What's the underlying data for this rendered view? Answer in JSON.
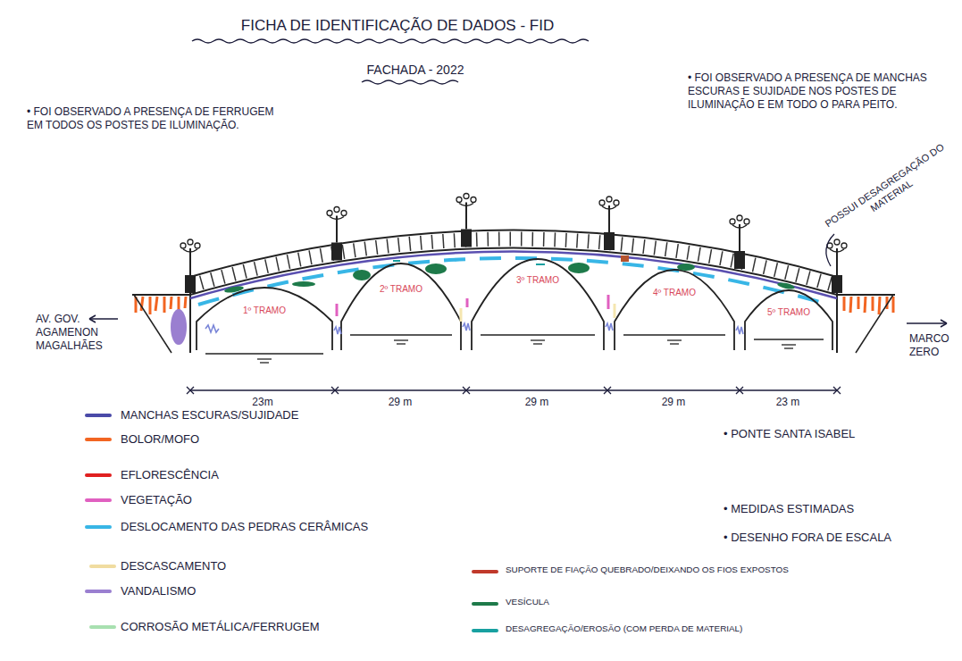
{
  "diagram": {
    "title": "FICHA DE IDENTIFICAÇÃO DE DADOS - FID",
    "labels": [
      "FACHADA - 2022",
      "• FOI OBSERVADO A PRESENÇA DE FERRUGEM EM TODOS OS POSTES DE ILUMINAÇÃO.",
      "• FOI OBSERVADO A PRESENÇA DE MANCHAS ESCURAS E SUJIDADE NOS POSTES DE ILUMINAÇÃO E EM TODO O PARA PEITO.",
      "POSSUI DESAGREGAÇÃO DO MATERIAL",
      "AV. GOV. AGAMENON MAGALHÃES",
      "MARCO ZERO",
      "1º TRAMO",
      "2º TRAMO",
      "3º TRAMO",
      "4º TRAMO",
      "5º TRAMO",
      "23m",
      "29 m",
      "29 m",
      "29 m",
      "23 m",
      "• PONTE SANTA ISABEL",
      "• MEDIDAS ESTIMADAS",
      "• DESENHO FORA DE ESCALA"
    ],
    "legend": [
      {
        "text": "MANCHAS ESCURAS/SUJIDADE",
        "color": "#4a4aa8"
      },
      {
        "text": "BOLOR/MOFO",
        "color": "#f26522"
      },
      {
        "text": "EFLORESCÊNCIA",
        "color": "#e02020"
      },
      {
        "text": "VEGETAÇÃO",
        "color": "#e060c0"
      },
      {
        "text": "DESLOCAMENTO DAS PEDRAS CERÂMICAS",
        "color": "#38b6e6"
      },
      {
        "text": "DESCASCAMENTO",
        "color": "#f0dca0"
      },
      {
        "text": "VANDALISMO",
        "color": "#9a7fd0"
      },
      {
        "text": "CORROSÃO METÁLICA/FERRUGEM",
        "color": "#a8e0b0"
      },
      {
        "text": "SUPORTE DE FIAÇÃO QUEBRADO/DEIXANDO OS FIOS EXPOSTOS",
        "color": "#c0392b"
      },
      {
        "text": "VESÍCULA",
        "color": "#1e7a4a"
      },
      {
        "text": "DESAGREGAÇÃO/EROSÃO (COM PERDA DE MATERIAL)",
        "color": "#18a0a0"
      }
    ]
  }
}
